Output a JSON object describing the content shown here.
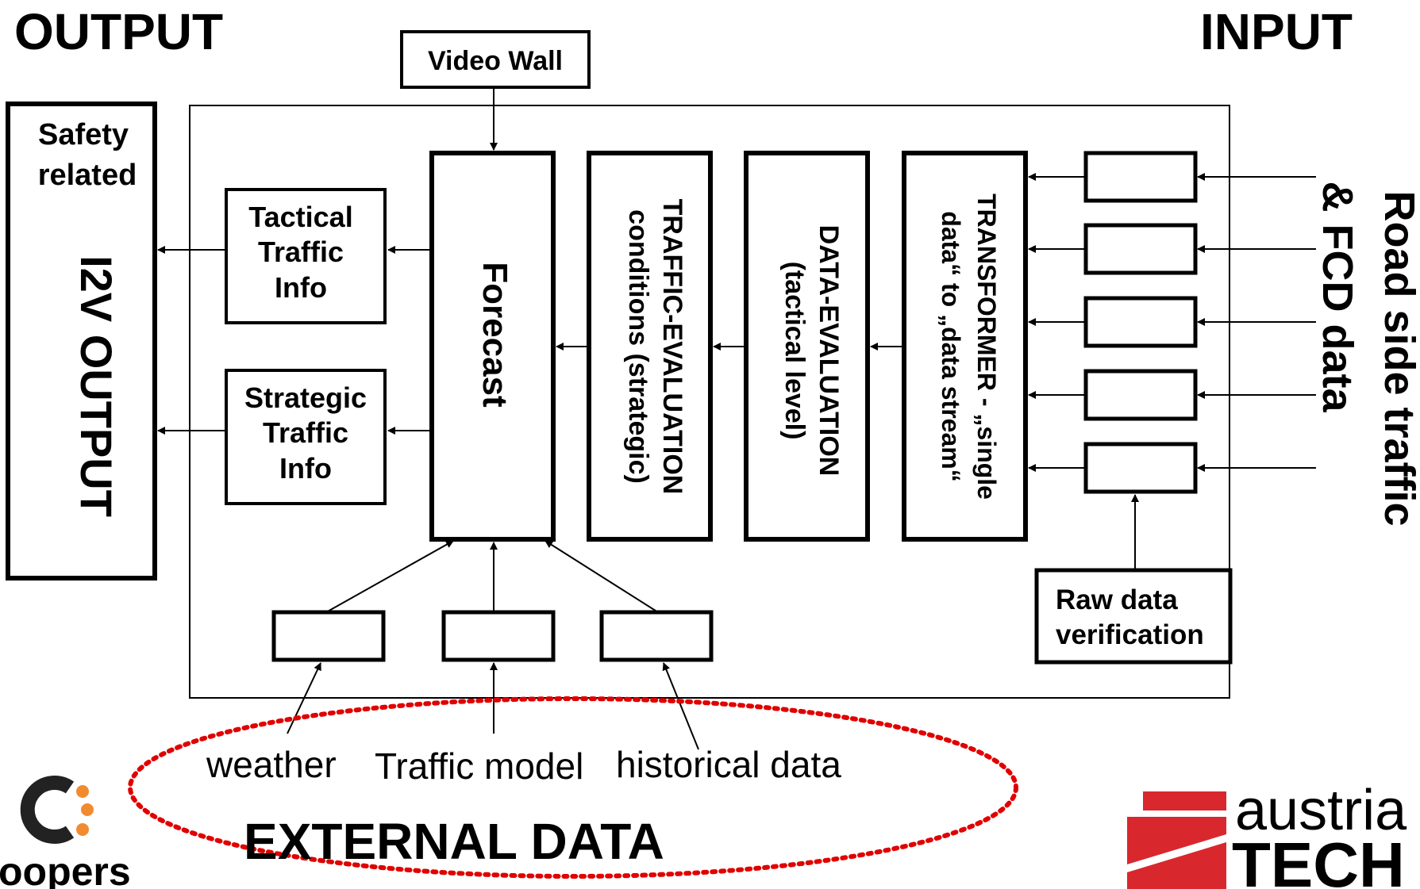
{
  "headings": {
    "output": "OUTPUT",
    "input": "INPUT"
  },
  "output_block": {
    "safety_line1": "Safety",
    "safety_line2": "related",
    "i2v_output": "I2V OUTPUT"
  },
  "info_boxes": {
    "tactical": [
      "Tactical",
      "Traffic",
      "Info"
    ],
    "strategic": [
      "Strategic",
      "Traffic",
      "Info"
    ]
  },
  "video_wall": "Video Wall",
  "processing": {
    "forecast": "Forecast",
    "traffic_eval_line1": "TRAFFIC-EVALUATION",
    "traffic_eval_line2": "conditions (strategic)",
    "data_eval_line1": "DATA-EVALUATION",
    "data_eval_line2": "(tactical level)",
    "transformer_line1": "TRANSFORMER - „single",
    "transformer_line2": "data“ to „data stream“"
  },
  "raw_data": [
    "Raw data",
    "verification"
  ],
  "input_label": {
    "line1": "Road side traffic",
    "line2": "& FCD data"
  },
  "external": {
    "weather": "weather",
    "traffic_model": "Traffic model",
    "historical": "historical data",
    "title": "EXTERNAL DATA"
  },
  "logos": {
    "left": "oopers",
    "right_line1": "austria",
    "right_line2": "TECH"
  },
  "colors": {
    "ellipse": "#e00000",
    "logo_orange": "#f28b30",
    "austria_red": "#d9272e",
    "tech_grey": "#5f6062"
  }
}
